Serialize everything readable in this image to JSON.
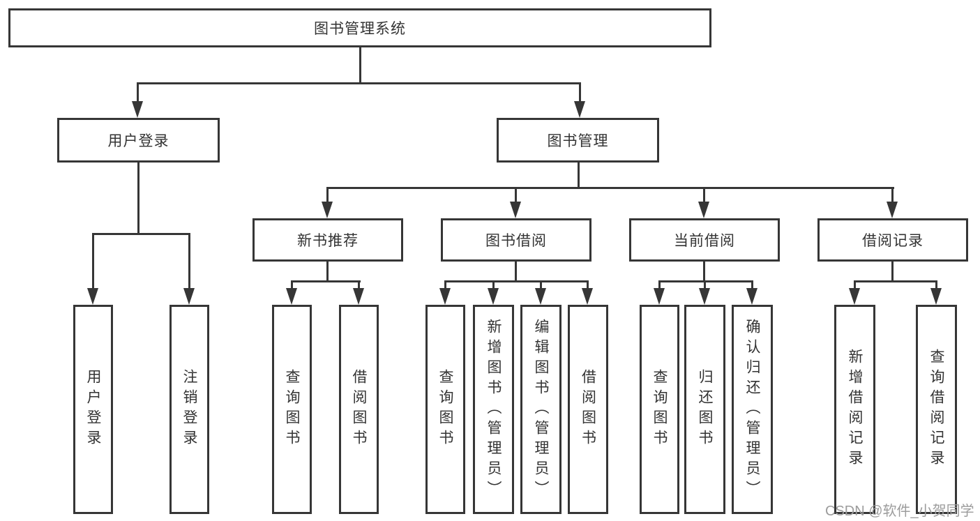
{
  "tree": {
    "label": "图书管理系统",
    "children": [
      {
        "label": "用户登录",
        "children": [
          {
            "label": "用户登录"
          },
          {
            "label": "注销登录"
          }
        ]
      },
      {
        "label": "图书管理",
        "children": [
          {
            "label": "新书推荐",
            "children": [
              {
                "label": "查询图书"
              },
              {
                "label": "借阅图书"
              }
            ]
          },
          {
            "label": "图书借阅",
            "children": [
              {
                "label": "查询图书"
              },
              {
                "label": "新增图书（管理员）"
              },
              {
                "label": "编辑图书（管理员）"
              },
              {
                "label": "借阅图书"
              }
            ]
          },
          {
            "label": "当前借阅",
            "children": [
              {
                "label": "查询图书"
              },
              {
                "label": "归还图书"
              },
              {
                "label": "确认归还（管理员）"
              }
            ]
          },
          {
            "label": "借阅记录",
            "children": [
              {
                "label": "新增借阅记录"
              },
              {
                "label": "查询借阅记录"
              }
            ]
          }
        ]
      }
    ]
  },
  "watermark": {
    "text": "CSDN @软件_小贺同学"
  },
  "colors": {
    "line": "#363636",
    "text": "#333333",
    "box_background": "#ffffff",
    "page_background": "#ffffff",
    "watermark": "#9c9c9c"
  }
}
